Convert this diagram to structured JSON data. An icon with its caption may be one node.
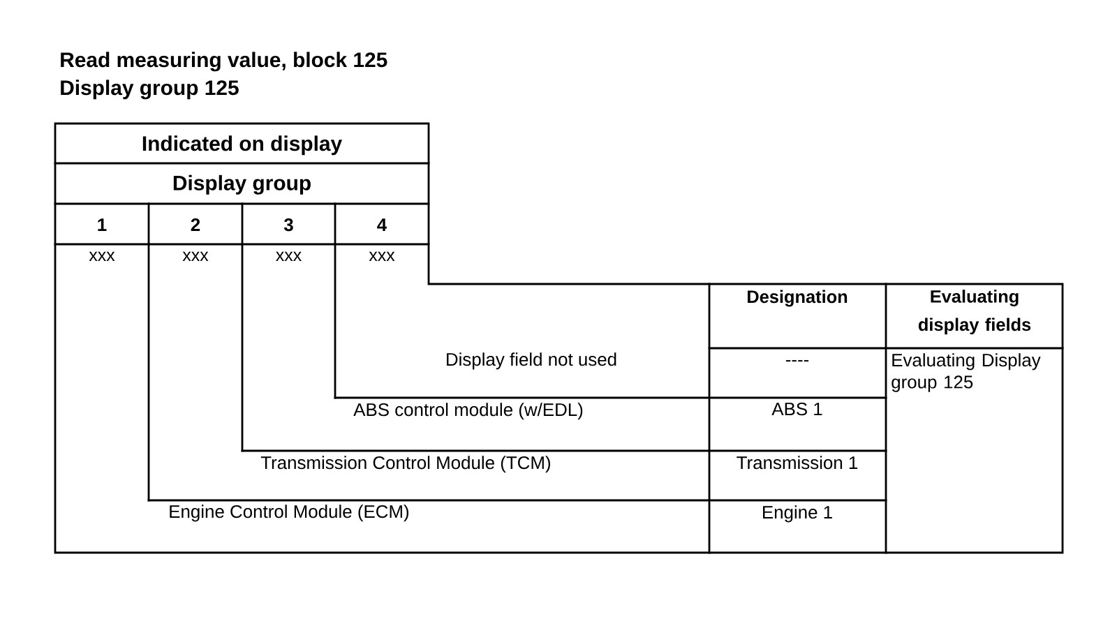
{
  "diagram": {
    "title": "Read measuring value, block 125",
    "labels": [
      "Display group 125",
      "Indicated on display",
      "Display group",
      "1",
      "2",
      "3",
      "4",
      "xxx",
      "xxx",
      "xxx",
      "xxx",
      "Designation",
      "Evaluating display fields",
      "Display field not used",
      "----",
      "Evaluating Display group 125",
      "ABS control module (w/EDL)",
      "ABS 1",
      "Transmission Control Module (TCM)",
      "Transmission 1",
      "Engine Control Module (ECM)",
      "Engine 1"
    ]
  }
}
